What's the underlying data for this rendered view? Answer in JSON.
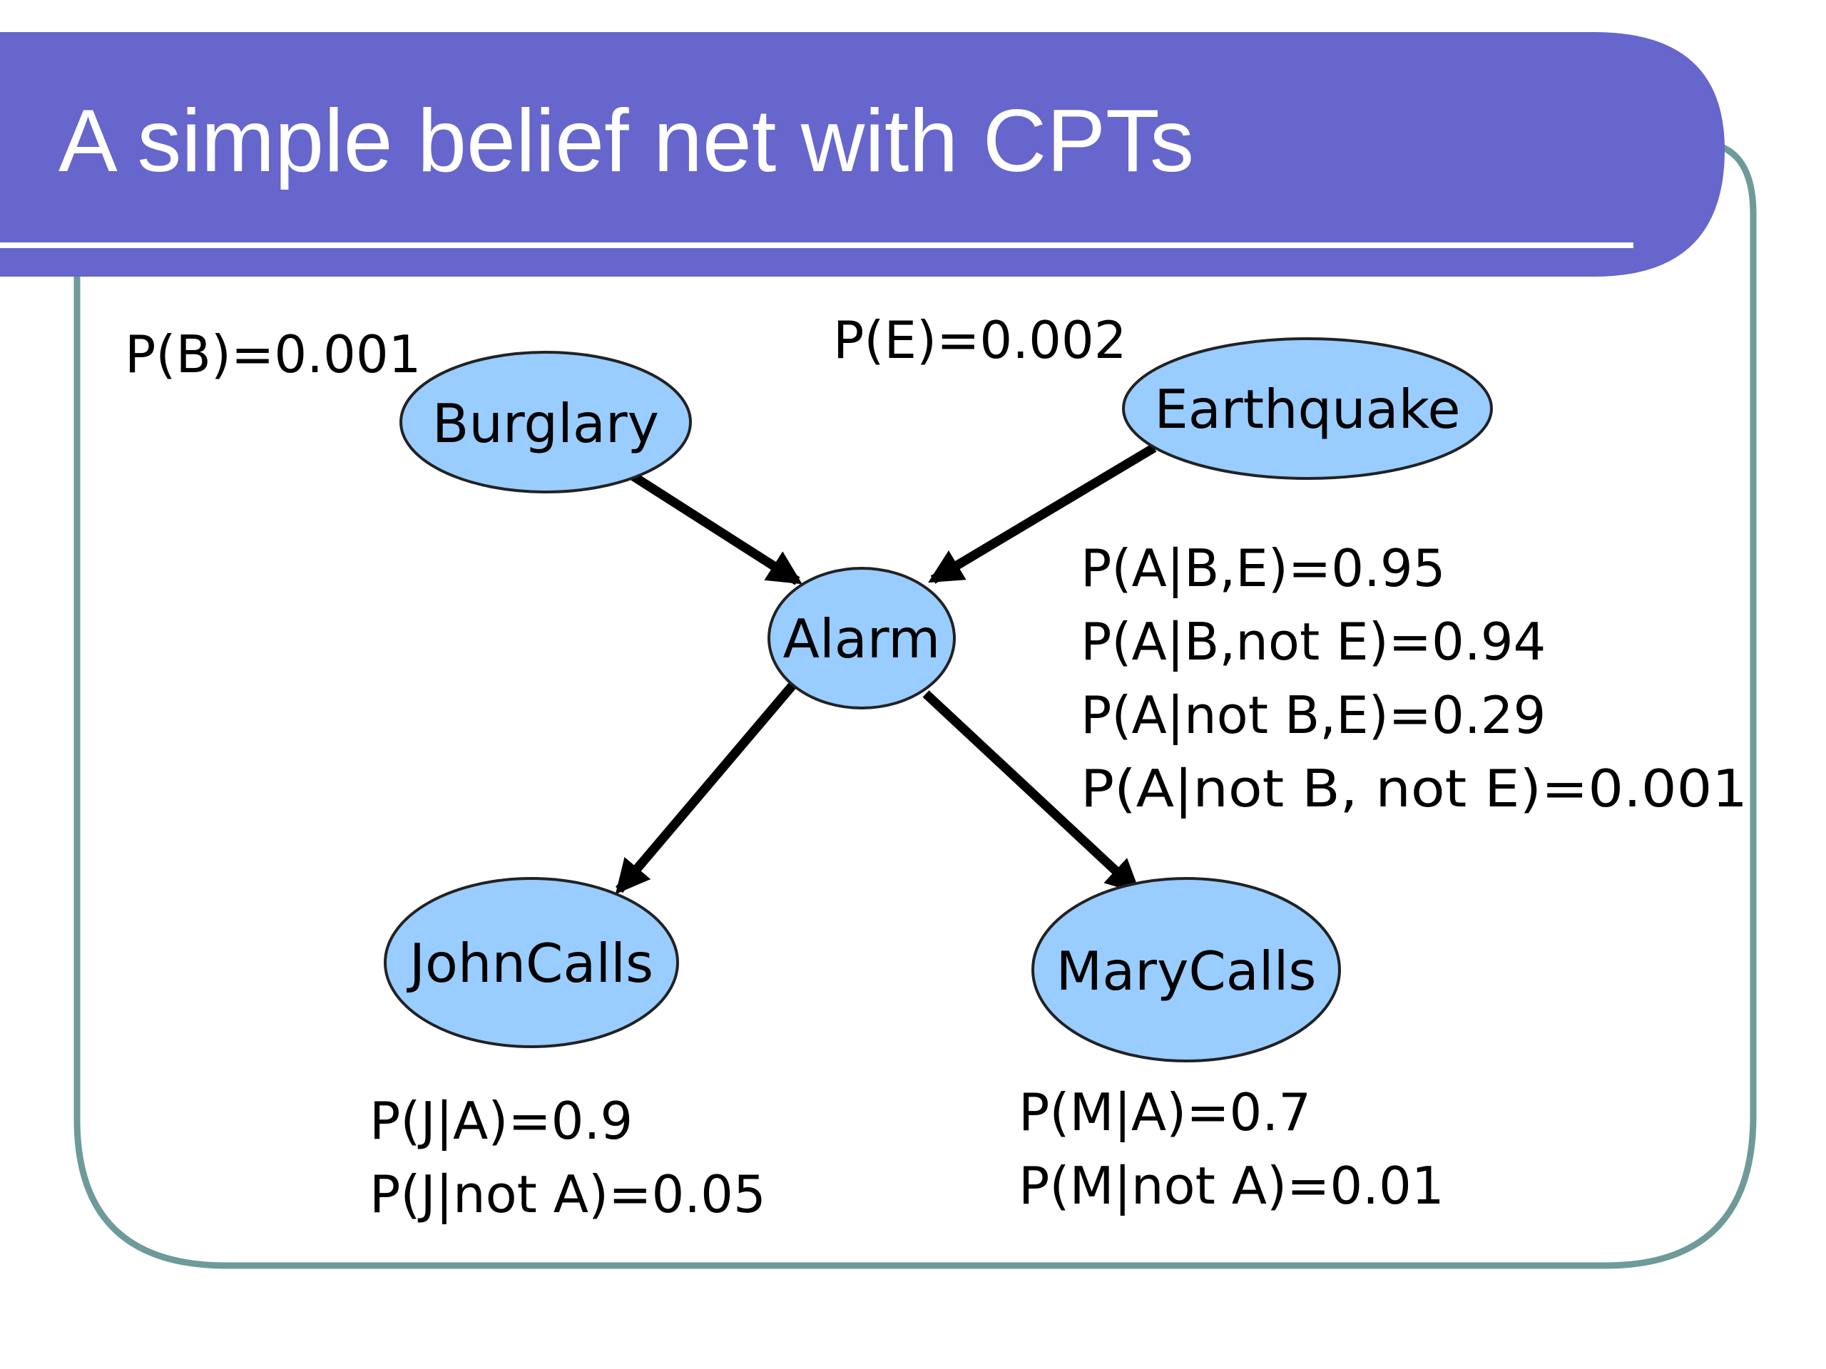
{
  "title": "A simple belief net with CPTs",
  "colors": {
    "title_bar": "#6666CC",
    "frame": "#6E9A9A",
    "node_fill": "#99CCFF",
    "node_stroke": "#222222",
    "arrow": "#000000"
  },
  "nodes": {
    "burglary": "Burglary",
    "earthquake": "Earthquake",
    "alarm": "Alarm",
    "johncalls": "JohnCalls",
    "marycalls": "MaryCalls"
  },
  "edges": [
    {
      "from": "Burglary",
      "to": "Alarm"
    },
    {
      "from": "Earthquake",
      "to": "Alarm"
    },
    {
      "from": "Alarm",
      "to": "JohnCalls"
    },
    {
      "from": "Alarm",
      "to": "MaryCalls"
    }
  ],
  "cpt": {
    "burglary": [
      "P(B)=0.001"
    ],
    "earthquake": [
      "P(E)=0.002"
    ],
    "alarm": [
      "P(A|B,E)=0.95",
      "P(A|B,not E)=0.94",
      "P(A|not B,E)=0.29",
      "P(A|not B, not E)=0.001"
    ],
    "johncalls": [
      "P(J|A)=0.9",
      "P(J|not A)=0.05"
    ],
    "marycalls": [
      "P(M|A)=0.7",
      "P(M|not A)=0.01"
    ]
  }
}
